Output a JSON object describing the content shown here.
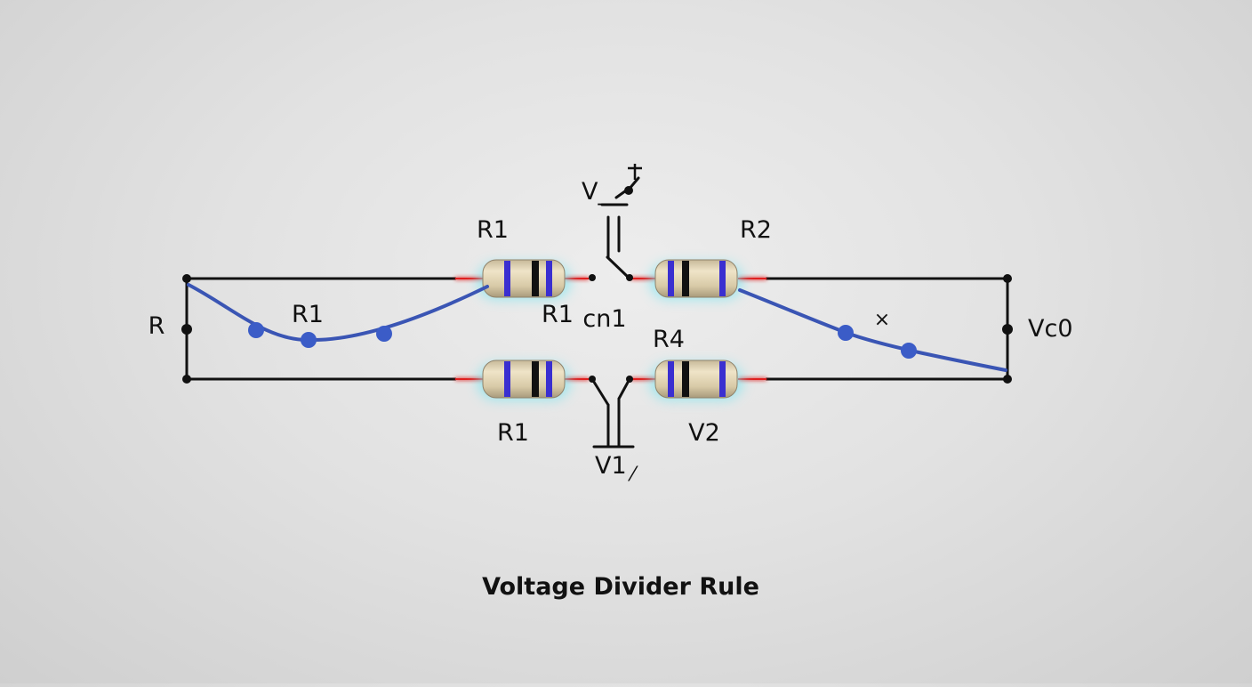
{
  "title": "Voltage Divider Rule",
  "labels": {
    "left_terminal": "R",
    "resistor_top_left": "R1",
    "resistor_top_right": "R2",
    "resistor_bottom_left": "R1",
    "resistor_bottom_right": "V2",
    "curve_left": "R1",
    "center_left": "R1",
    "center_right": "cn1",
    "bottom_right_upper": "R4",
    "top_source": "V_",
    "top_source_plus": "+",
    "bottom_source": "V1",
    "bottom_source_suffix": "⁄",
    "right_terminal": "Vc0",
    "marker_x": "×"
  },
  "colors": {
    "wire": "#111111",
    "curve": "#3a55b4",
    "curve_dot": "#3b5cc7",
    "lead": "#e02020",
    "resistor_body": "#d9cbaa",
    "band_blue": "#3a2fd0",
    "band_black": "#111111",
    "glow": "#7fe6f0",
    "background": "#e4e4e4"
  }
}
